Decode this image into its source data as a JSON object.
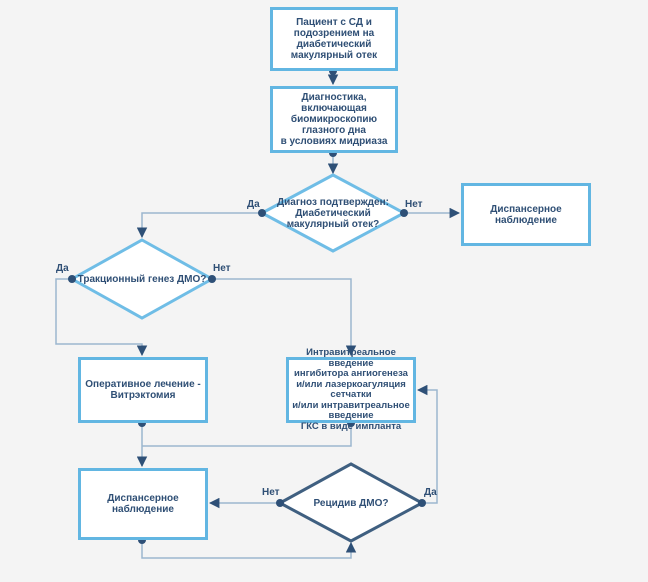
{
  "nodes": {
    "patient": "Пациент с СД и\nподозрением на\nдиабетический\nмакулярный отек",
    "diagnostics": "Диагностика,\nвключающая\nбиомикроскопию\nглазного дна\nв условиях мидриаза",
    "confirmed": "Диагноз подтвержден:\nДиабетический\nмакулярный отек?",
    "observation_top": "Диспансерное\nнаблюдение",
    "traction": "Тракционный генез ДМО?",
    "surgery": "Оперативное лечение -\nВитрэктомия",
    "intravitreal": "Интравитреальное введение\nингибитора ангиогенеза\nи/или лазеркоагуляция сетчатки\nи/или интравитреальное введение\nГКС в виде импланта",
    "observation_bottom": "Диспансерное\nнаблюдение",
    "relapse": "Рецидив ДМО?"
  },
  "edge_labels": {
    "confirmed_yes": "Да",
    "confirmed_no": "Нет",
    "traction_yes": "Да",
    "traction_no": "Нет",
    "relapse_no": "Нет",
    "relapse_yes": "Да"
  },
  "colors": {
    "box_border": "#62b6e2",
    "text": "#2f4f75",
    "connector": "#9bb6cf",
    "dot": "#2e5077",
    "arrow": "#2e5077",
    "diamond_border": "#6fbde6",
    "diamond_border_dark": "#3f5f80",
    "background": "#f4f4f4"
  }
}
